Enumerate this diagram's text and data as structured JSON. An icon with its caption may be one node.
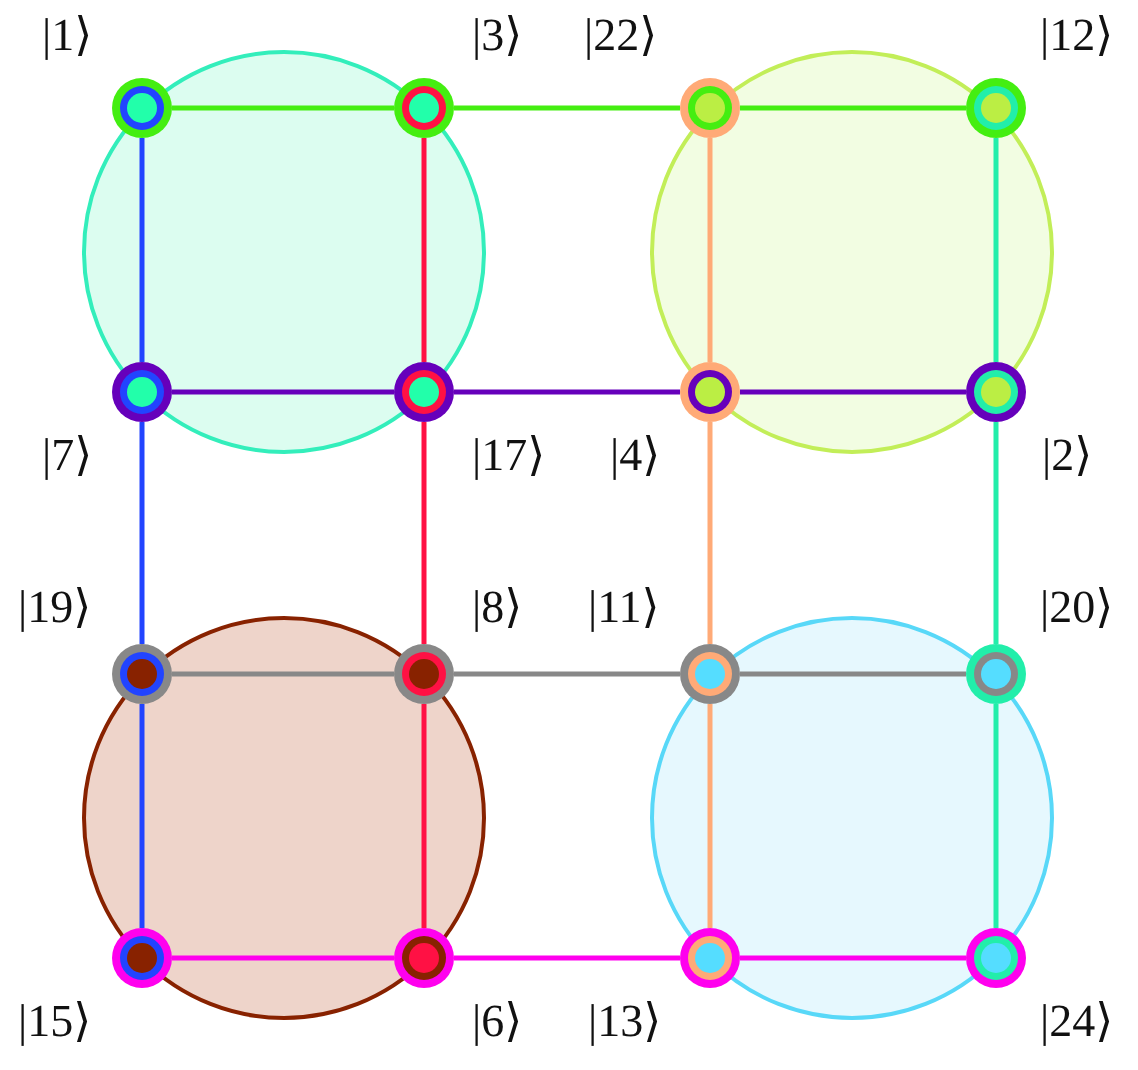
{
  "diagram": {
    "nodes": [
      {
        "text": [],
        "shape": "circle"
      },
      {
        "text": [],
        "shape": "circle",
        "beside": [
          "|1⟩"
        ],
        "in": 0
      },
      {
        "text": [],
        "shape": "circle",
        "beside": [
          "|3⟩"
        ],
        "in": 0
      },
      {
        "text": [],
        "shape": "circle",
        "beside": [
          "|7⟩"
        ],
        "in": 0
      },
      {
        "text": [],
        "shape": "circle",
        "beside": [
          "|17⟩"
        ],
        "in": 0
      },
      {
        "text": [],
        "shape": "circle"
      },
      {
        "text": [],
        "shape": "circle",
        "beside": [
          "|22⟩"
        ],
        "in": 5
      },
      {
        "text": [],
        "shape": "circle",
        "beside": [
          "|12⟩"
        ],
        "in": 5
      },
      {
        "text": [],
        "shape": "circle",
        "beside": [
          "|4⟩"
        ],
        "in": 5
      },
      {
        "text": [],
        "shape": "circle",
        "beside": [
          "|2⟩"
        ],
        "in": 5
      },
      {
        "text": [],
        "shape": "circle"
      },
      {
        "text": [],
        "shape": "circle",
        "beside": [
          "|19⟩"
        ],
        "in": 10
      },
      {
        "text": [],
        "shape": "circle",
        "beside": [
          "|8⟩"
        ],
        "in": 10
      },
      {
        "text": [],
        "shape": "circle",
        "beside": [
          "|15⟩"
        ],
        "in": 10
      },
      {
        "text": [],
        "shape": "circle",
        "beside": [
          "|6⟩"
        ],
        "in": 10
      },
      {
        "text": [],
        "shape": "circle"
      },
      {
        "text": [],
        "shape": "circle",
        "beside": [
          "|11⟩"
        ],
        "in": 15
      },
      {
        "text": [],
        "shape": "circle",
        "beside": [
          "|20⟩"
        ],
        "in": 15
      },
      {
        "text": [],
        "shape": "circle",
        "beside": [
          "|13⟩"
        ],
        "in": 15
      },
      {
        "text": [],
        "shape": "circle",
        "beside": [
          "|24⟩"
        ],
        "in": 15
      }
    ],
    "edges": [
      {
        "from": 1,
        "to": 2,
        "arrow": "none",
        "color": "#44ee11"
      },
      {
        "from": 2,
        "to": 6,
        "arrow": "none",
        "color": "#44ee11"
      },
      {
        "from": 6,
        "to": 7,
        "arrow": "none",
        "color": "#44ee11"
      },
      {
        "from": 1,
        "to": 3,
        "arrow": "none",
        "color": "#2244ff"
      },
      {
        "from": 2,
        "to": 4,
        "arrow": "none",
        "color": "#ff1144"
      },
      {
        "from": 6,
        "to": 8,
        "arrow": "none",
        "color": "#ffaa77"
      },
      {
        "from": 7,
        "to": 9,
        "arrow": "none",
        "color": "#22eeaa"
      },
      {
        "from": 3,
        "to": 4,
        "arrow": "none",
        "color": "#6600bb"
      },
      {
        "from": 4,
        "to": 8,
        "arrow": "none",
        "color": "#6600bb"
      },
      {
        "from": 8,
        "to": 9,
        "arrow": "none",
        "color": "#6600bb"
      },
      {
        "from": 3,
        "to": 11,
        "arrow": "none",
        "color": "#2244ff"
      },
      {
        "from": 4,
        "to": 12,
        "arrow": "none",
        "color": "#ff1144"
      },
      {
        "from": 8,
        "to": 16,
        "arrow": "none",
        "color": "#ffaa77"
      },
      {
        "from": 9,
        "to": 17,
        "arrow": "none",
        "color": "#22eeaa"
      },
      {
        "from": 11,
        "to": 12,
        "arrow": "none",
        "color": "#888888"
      },
      {
        "from": 12,
        "to": 16,
        "arrow": "none",
        "color": "#888888"
      },
      {
        "from": 16,
        "to": 17,
        "arrow": "none",
        "color": "#888888"
      },
      {
        "from": 11,
        "to": 13,
        "arrow": "none",
        "color": "#2244ff"
      },
      {
        "from": 12,
        "to": 14,
        "arrow": "none",
        "color": "#ff1144"
      },
      {
        "from": 16,
        "to": 18,
        "arrow": "none",
        "color": "#ffaa77"
      },
      {
        "from": 17,
        "to": 19,
        "arrow": "none",
        "color": "#22eeaa"
      },
      {
        "from": 13,
        "to": 14,
        "arrow": "none",
        "color": "#ff00ee"
      },
      {
        "from": 14,
        "to": 18,
        "arrow": "none",
        "color": "#ff00ee"
      },
      {
        "from": 18,
        "to": 19,
        "arrow": "none",
        "color": "#ff00ee"
      }
    ]
  }
}
